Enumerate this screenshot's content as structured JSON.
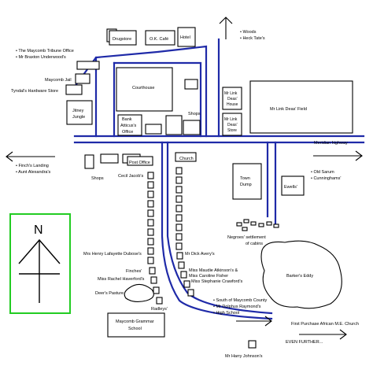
{
  "colors": {
    "road": "#1f2aa8",
    "compass": "#22cc22",
    "ink": "#000000"
  },
  "compass": {
    "label": "N"
  },
  "labels": {
    "drugstore": "Drugstore",
    "ok_cafe": "O.K. Café",
    "hotel": "Hotel",
    "woods": "• Woods",
    "heck_tate": "• Heck Tate's",
    "tribune": "• The Maycomb Tribune Office",
    "underwood": "• Mr Braxton Underwood's",
    "maycomb_jail": "Maycomb Jail",
    "tyndal": "Tyndal's Hardware Store",
    "jitney_1": "Jitney",
    "jitney_2": "Jungle",
    "courthouse": "Courthouse",
    "bank_1": "Bank",
    "bank_2": "Atticus's",
    "bank_3": "Office",
    "shops_center": "Shops",
    "link_house_1": "Mr Link",
    "link_house_2": "Deas'",
    "link_house_3": "House",
    "link_store_1": "Mr Link",
    "link_store_2": "Deas'",
    "link_store_3": "Store",
    "link_field": "Mr Link Deas' Field",
    "meridian": "Meridian highway",
    "finch_landing": "• Finch's Landing",
    "aunt_alexandra": "• Aunt Alexandra's",
    "shops_left": "Shops",
    "post_office": "Post Office",
    "church": "Church",
    "cecil": "Cecil Jacob's",
    "town_dump_1": "Town",
    "town_dump_2": "Dump",
    "ewells": "Ewells'",
    "old_sarum": "• Old Sarum",
    "cunninghams": "• Cunninghams'",
    "settlement_1": "Negroes' settlement",
    "settlement_2": "of cabins",
    "dubose": "Mrs Henry Lafayette Dubose's",
    "avery": "Mr Dick Avery's",
    "maudie": "Miss Maudie Atkinson's &",
    "fisher": "Miss Caroline Fisher",
    "finches": "Finches'",
    "crawford": "Miss Stephanie Crawford's",
    "haverford": "Miss Rachel Haverford's",
    "barkers_eddy": "Barker's Eddy",
    "deers_pasture": "Deer's Pasture",
    "radleys": "Radleys'",
    "south_county": "• South of Maycomb County",
    "raymond": "• Mr Dolphus Raymond's",
    "high_school": "• High School",
    "grammar_1": "Maycomb Grammar",
    "grammar_2": "School",
    "first_purchase": "First Purchase African M.E. Church",
    "even_further": "EVEN FURTHER...",
    "harry_johnson": "Mr Harry Johnson's"
  }
}
